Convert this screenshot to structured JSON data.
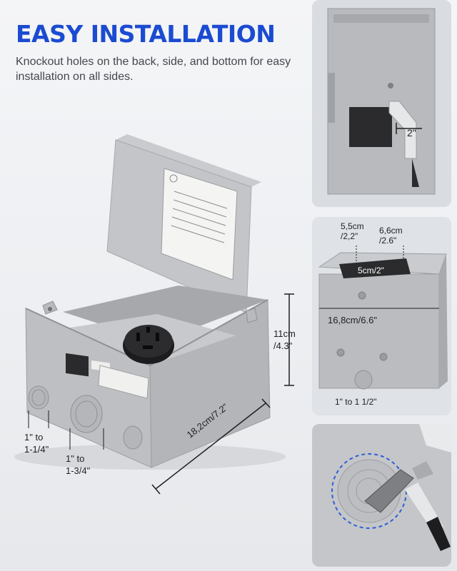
{
  "header": {
    "title": "EASY INSTALLATION",
    "subtitle": "Knockout holes on the back, side, and bottom for easy installation on all sides."
  },
  "main_product": {
    "height_label": "11cm\n/4.3\"",
    "width_label": "18,2cm/7.2\"",
    "knockout_small_label": "1\" to\n1-1/4\"",
    "knockout_large_label": "1\" to\n1-3/4\""
  },
  "panel_side": {
    "depth_label": "2\""
  },
  "panel_top": {
    "hole1_label": "5,5cm\n/2,2\"",
    "hole2_label": "6,6cm\n/2.6\"",
    "hole3_label": "5cm/2\"",
    "width_label": "16,8cm/6.6\"",
    "bottom_hole_label": "1\" to 1 1/2\""
  },
  "colors": {
    "accent": "#1b4bd1",
    "box_gray": "#b9bbbe",
    "outlet_black": "#1c1c1e"
  }
}
